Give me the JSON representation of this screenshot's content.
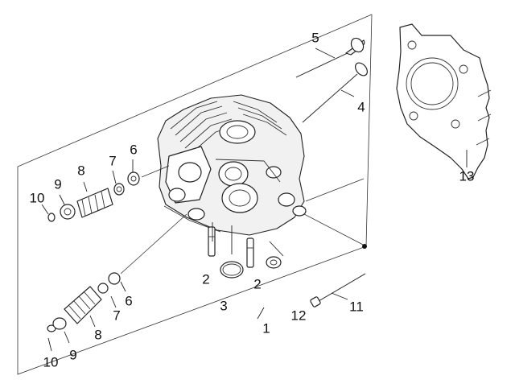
{
  "callouts": [
    {
      "id": "c1",
      "text": "1"
    },
    {
      "id": "c2a",
      "text": "2"
    },
    {
      "id": "c2b",
      "text": "2"
    },
    {
      "id": "c3",
      "text": "3"
    },
    {
      "id": "c4",
      "text": "4"
    },
    {
      "id": "c5",
      "text": "5"
    },
    {
      "id": "c6a",
      "text": "6"
    },
    {
      "id": "c6b",
      "text": "6"
    },
    {
      "id": "c7a",
      "text": "7"
    },
    {
      "id": "c7b",
      "text": "7"
    },
    {
      "id": "c8a",
      "text": "8"
    },
    {
      "id": "c8b",
      "text": "8"
    },
    {
      "id": "c9a",
      "text": "9"
    },
    {
      "id": "c9b",
      "text": "9"
    },
    {
      "id": "c10a",
      "text": "10"
    },
    {
      "id": "c10b",
      "text": "10"
    },
    {
      "id": "c11",
      "text": "11"
    },
    {
      "id": "c12",
      "text": "12"
    },
    {
      "id": "c13",
      "text": "13"
    }
  ]
}
